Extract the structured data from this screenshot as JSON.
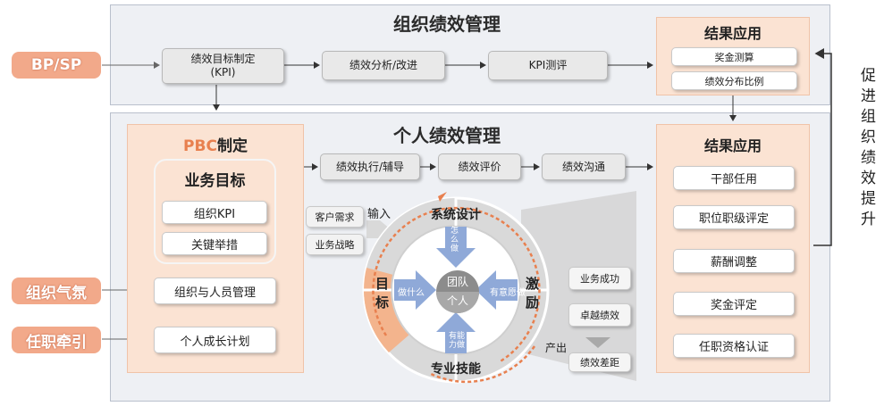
{
  "org_section": {
    "title": "组织绩效管理",
    "kpi_step": "绩效目标制定\n(KPI)",
    "analysis_step": "绩效分析/改进",
    "eval_step": "KPI测评",
    "result": {
      "title": "结果应用",
      "items": [
        "奖金测算",
        "绩效分布比例"
      ]
    }
  },
  "side_tags": {
    "bpsp": "BP/SP",
    "climate": "组织气氛",
    "traction": "任职牵引"
  },
  "right_text": "促进组织绩效提升",
  "personal_section": {
    "title": "个人绩效管理",
    "pbc": {
      "prefix": "PBC",
      "suffix": "制定",
      "biz_title": "业务目标",
      "biz_items": [
        "组织KPI",
        "关键举措"
      ],
      "org_people": "组织与人员管理",
      "growth": "个人成长计划"
    },
    "flow": [
      "绩效执行/辅导",
      "绩效评价",
      "绩效沟通"
    ],
    "inputs": {
      "label": "输入",
      "items": [
        "客户需求",
        "业务战略"
      ]
    },
    "wheel": {
      "top": "系统设计",
      "bottom": "专业技能",
      "left": "目标",
      "right": "激励",
      "center_top": "团队",
      "center_bottom": "个人",
      "arrow_top": "怎么做",
      "arrow_left": "做什么",
      "arrow_right": "有意愿做",
      "arrow_bottom": "有能力做"
    },
    "outputs": {
      "label": "产出",
      "items": [
        "业务成功",
        "卓越绩效",
        "绩效差距"
      ]
    },
    "result": {
      "title": "结果应用",
      "items": [
        "干部任用",
        "职位职级评定",
        "薪酬调整",
        "奖金评定",
        "任职资格认证"
      ]
    }
  },
  "colors": {
    "accent": "#e8804f",
    "arrow_blue": "#8fa9d8",
    "panel": "#eef0f4"
  }
}
